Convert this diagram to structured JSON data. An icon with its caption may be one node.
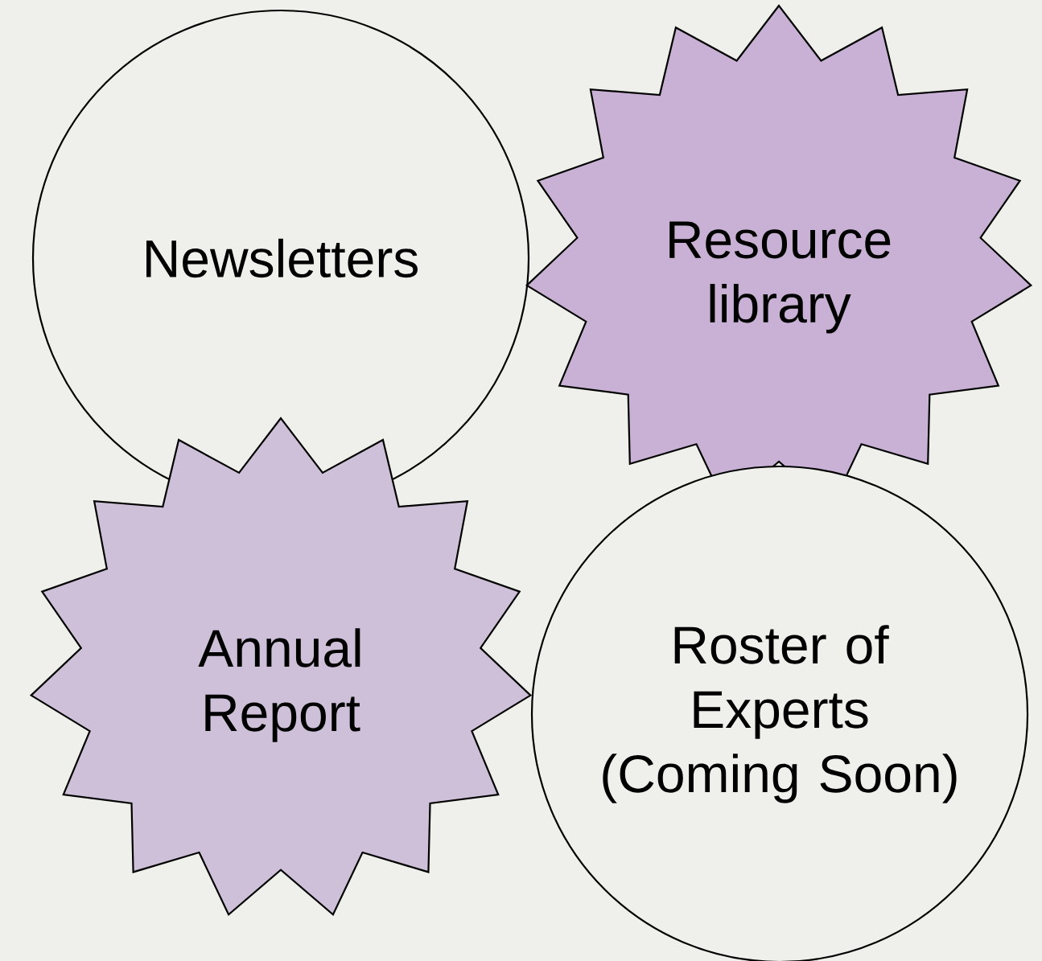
{
  "diagram": {
    "nodes": [
      {
        "text": [
          "Newsletters"
        ]
      },
      {
        "text": [
          "Resource library"
        ]
      },
      {
        "text": [
          "Annual Report"
        ]
      },
      {
        "text": [
          "Roster of Experts (Coming Soon)"
        ]
      }
    ]
  }
}
